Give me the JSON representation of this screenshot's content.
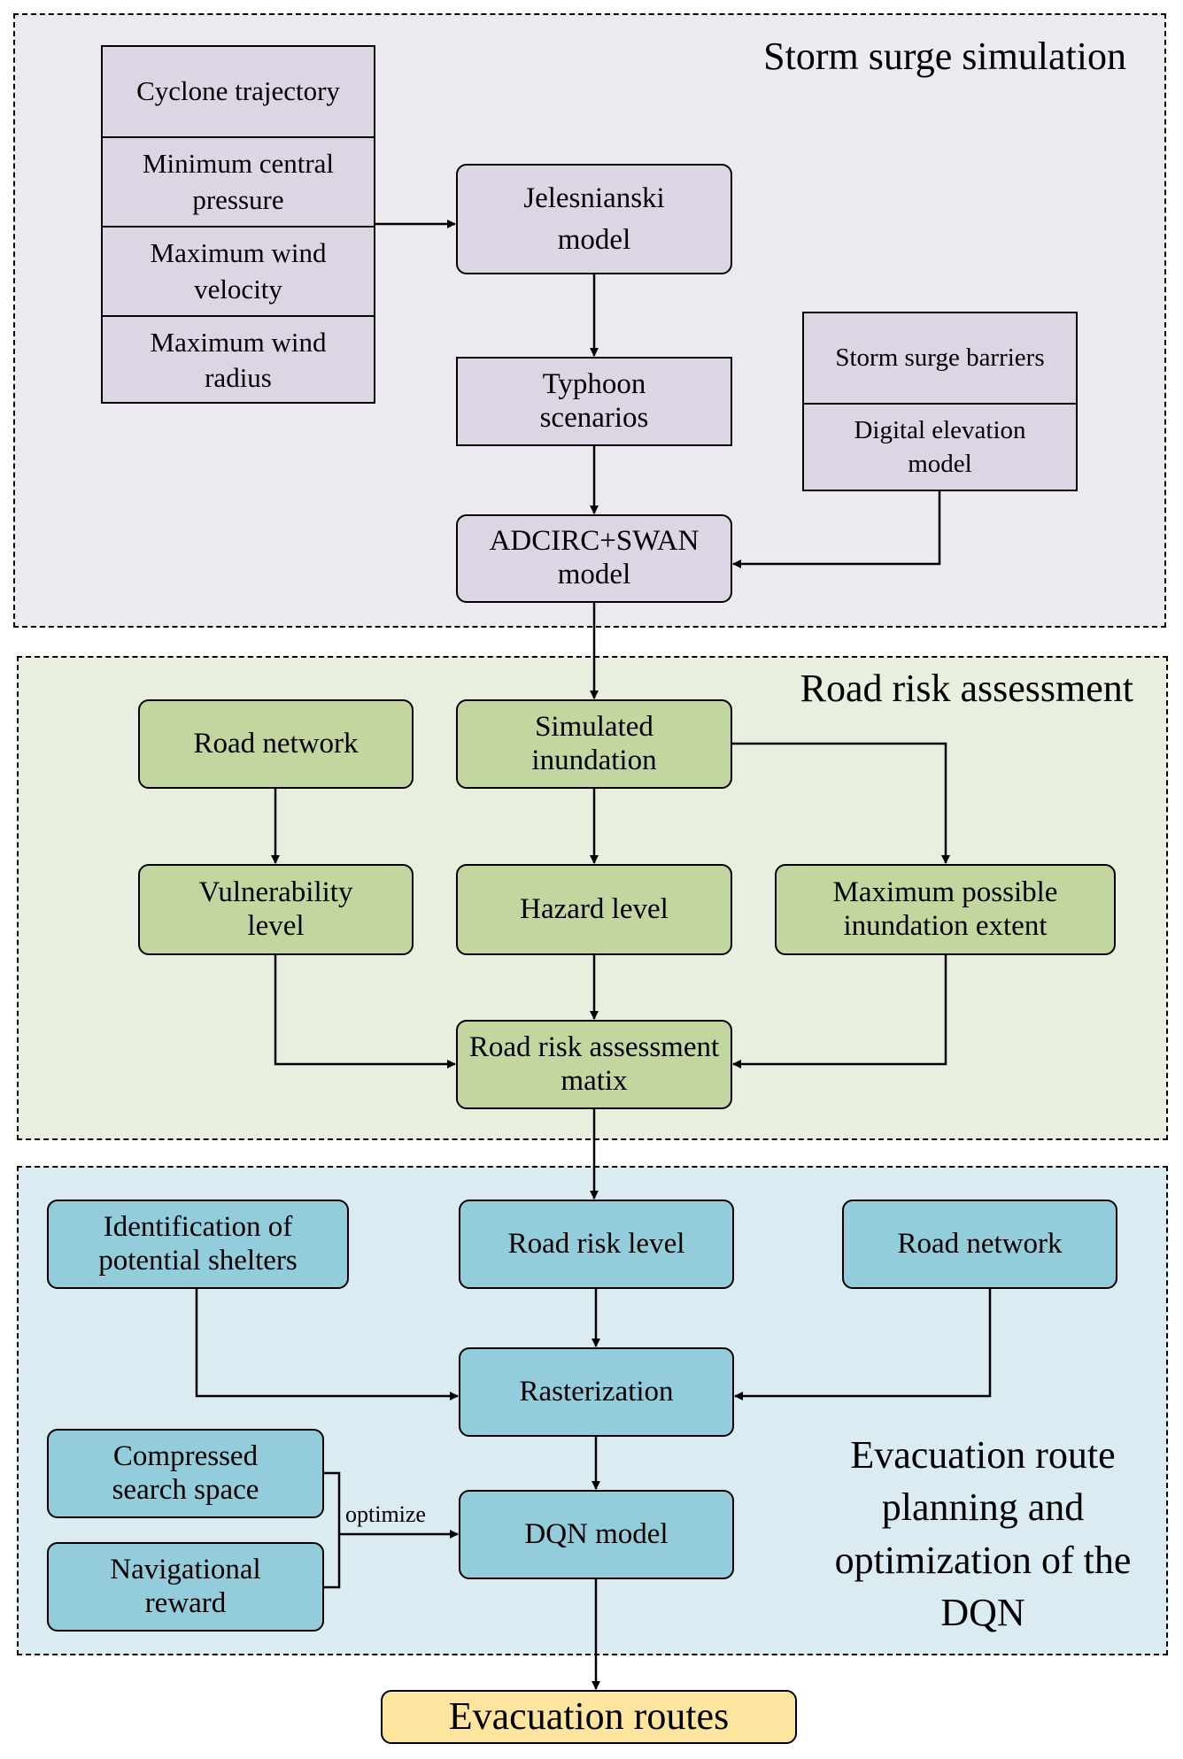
{
  "sections": {
    "storm_surge": {
      "title": "Storm surge simulation",
      "color": "#ece9f1",
      "parameters": [
        "Cyclone trajectory",
        "Minimum central pressure",
        "Maximum wind velocity",
        "Maximum wind radius"
      ],
      "jelesnianski": "Jelesnianski model",
      "typhoon": "Typhoon scenarios",
      "adcirc": "ADCIRC+SWAN model",
      "terrain_inputs": [
        "Storm surge barriers",
        "Digital elevation model"
      ]
    },
    "road_risk": {
      "title": "Road risk assessment",
      "color": "#e9efde",
      "road_network": "Road network",
      "simulated_inundation": "Simulated inundation",
      "vulnerability": "Vulnerability level",
      "hazard": "Hazard level",
      "max_inundation": "Maximum possible inundation extent",
      "matrix": "Road risk assessment matix"
    },
    "evacuation": {
      "title": "Evacuation route planning and optimization of the DQN",
      "color": "#daebf1",
      "shelters": "Identification of potential shelters",
      "road_risk_level": "Road risk level",
      "road_network": "Road network",
      "rasterization": "Rasterization",
      "compressed": "Compressed search space",
      "navigational": "Navigational reward",
      "dqn": "DQN model",
      "optimize_label": "optimize"
    }
  },
  "output": {
    "label": "Evacuation routes"
  }
}
